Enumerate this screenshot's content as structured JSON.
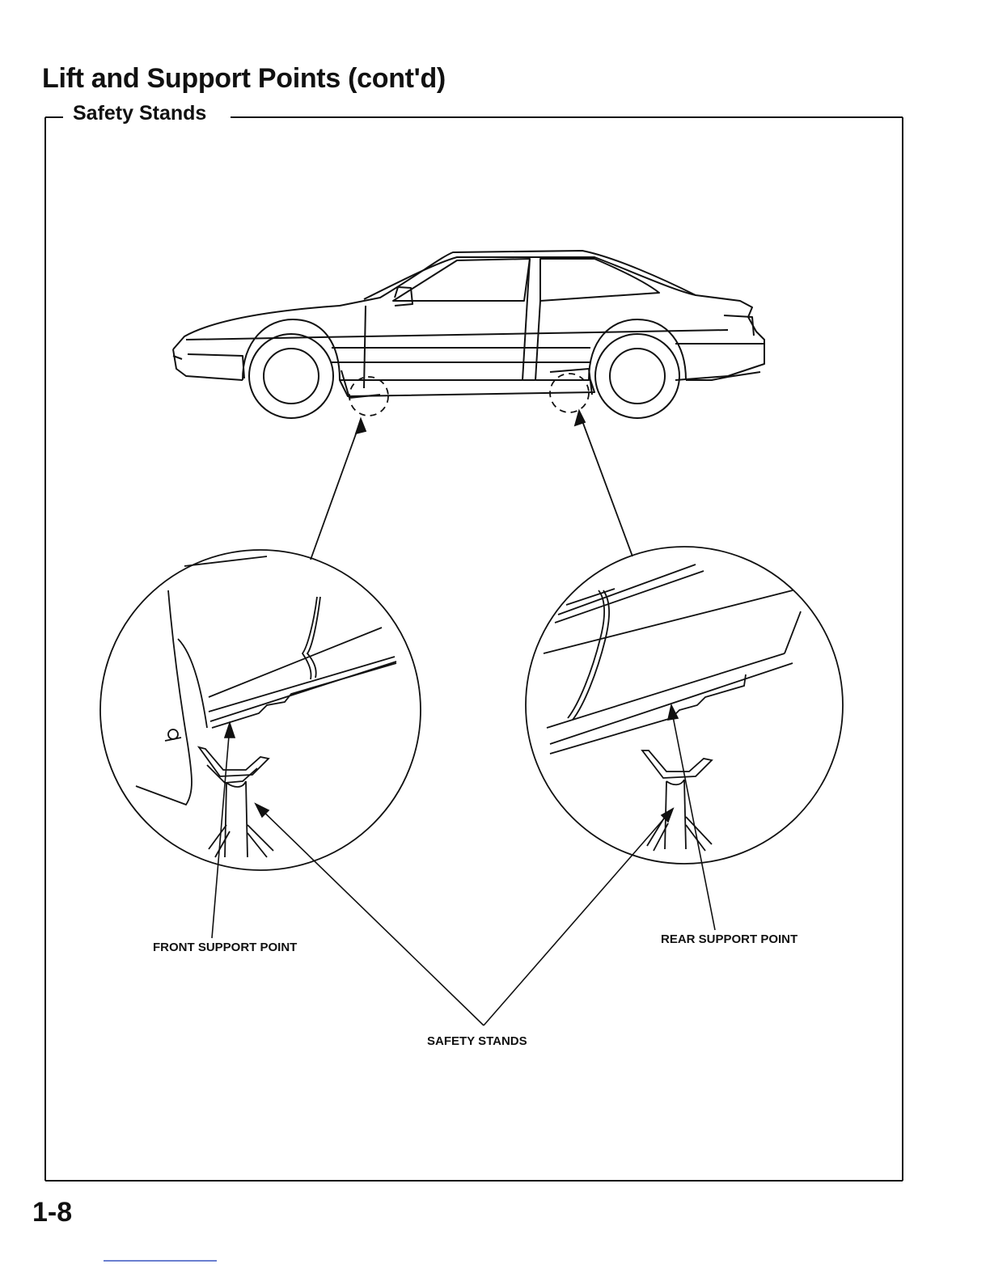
{
  "page": {
    "title": "Lift and Support Points (cont'd)",
    "section": "Safety Stands",
    "page_number": "1-8"
  },
  "diagram": {
    "labels": {
      "front_support_point": "FRONT SUPPORT POINT",
      "rear_support_point": "REAR SUPPORT POINT",
      "safety_stands": "SAFETY STANDS"
    }
  }
}
